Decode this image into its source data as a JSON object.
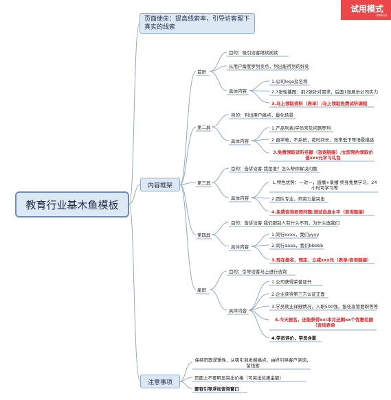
{
  "badge": {
    "main": "试用模式",
    "sub": "XMind"
  },
  "root": "教育行业基木鱼模板",
  "branch_mission": "页面使命：提高线索率，引导访客留下真实的线索",
  "branch_framework": "内容框架",
  "branch_notes": "注意事项",
  "screens": [
    {
      "name": "首屏",
      "goal": "目的：吸引访客继续阅读",
      "point": "从用户角度罗列卖点，列出能得到的好处",
      "content_label": "具体内容",
      "items": [
        "1.公司logo及名称",
        "2.3张轮播图：前2张针对需求，后面1张展示公司实力",
        "3.马上领取资料（表单）/马上领取免费试听课程"
      ]
    },
    {
      "name": "第二屏",
      "goal": "目的：列出用户痛点，量化场景",
      "content_label": "具体内容",
      "items": [
        "1.产品列表/学员常见问题罗列",
        "2.自学难，不系统，花时间长，效率低下等场景描述",
        "3.免费领取试听名额（咨询链接）/立即预约领取价值xxx元学习礼包"
      ]
    },
    {
      "name": "第三屏",
      "goal": "目的：告诉访客 我是谁？怎么帮你解决问题",
      "content_label": "具体内容",
      "items": [
        "1.特色优势：一对一，直播+录播 终身免费学习，24小时可学习等",
        "2.团队专业，师资力量突出",
        "4.免费咨询老师问题/测试自身水平（咨询链接）"
      ]
    },
    {
      "name": "第四屏",
      "goal": "目的：告诉访客 我们跟别人有什么不同，为什么选我们",
      "content_label": "具体内容",
      "items": [
        "1.同行xxxx，我们yyyy",
        "2.同行aaaa，我们bbbbb",
        "3.现在报名，预定，立减xxx元（表单/咨询链接）"
      ]
    },
    {
      "name": "尾屏",
      "goal": "目的：引导访客马上进行咨询",
      "content_label": "具体内容",
      "items": [
        "1.公司获得荣誉证书",
        "2.企业获得第三方认证正面",
        "3.学员就业详细情况，入职500强，担任高管要职等等",
        "4.今天报名，还能获得xx/本月还剩xx个优惠名额（咨询表单",
        "4.学员评价，学员合影"
      ]
    }
  ],
  "notes": [
    "保持页面逻辑性，从吸引到发掘痛点，由终引导客户咨询，留线索",
    "页面上不要明显突出价格（可突出优惠金额）",
    "要有引导浮动咨询窗口"
  ]
}
